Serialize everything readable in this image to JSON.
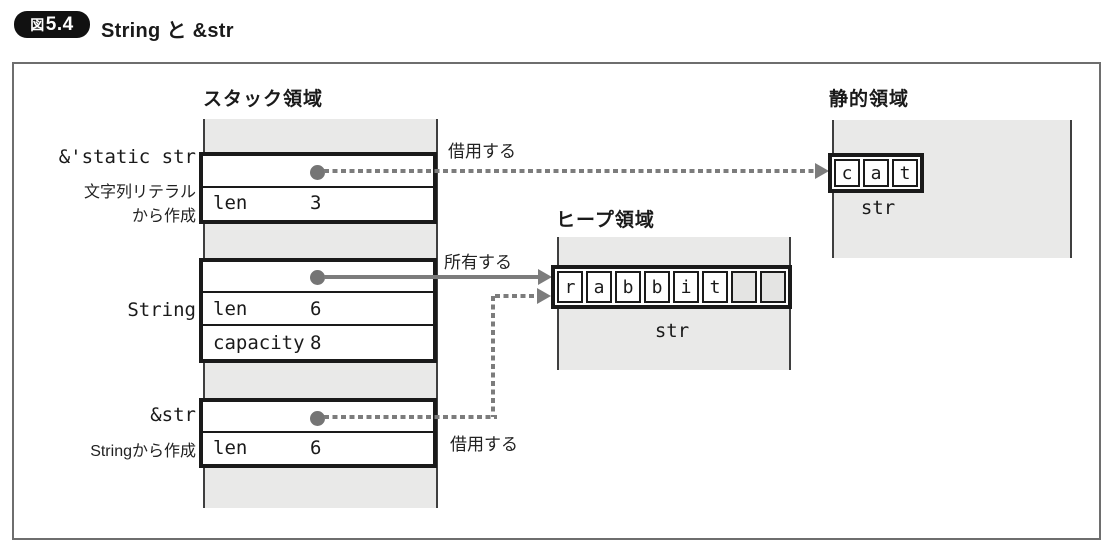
{
  "figure": {
    "badge": {
      "prefix": "図",
      "number": "5.4"
    },
    "title": "String と &str"
  },
  "stack": {
    "header": "スタック領域",
    "boxes": [
      {
        "label": "&'static str",
        "notes": [
          "文字列リテラル",
          "から作成"
        ],
        "fields": [
          {
            "key": "len",
            "value": "3"
          }
        ]
      },
      {
        "label": "String",
        "notes": [],
        "fields": [
          {
            "key": "len",
            "value": "6"
          },
          {
            "key": "capacity",
            "value": "8"
          }
        ]
      },
      {
        "label": "&str",
        "notes": [
          "Stringから作成"
        ],
        "fields": [
          {
            "key": "len",
            "value": "6"
          }
        ]
      }
    ]
  },
  "heap": {
    "header": "ヒープ領域",
    "cells": [
      "r",
      "a",
      "b",
      "b",
      "i",
      "t",
      "",
      ""
    ],
    "label": "str"
  },
  "static_region": {
    "header": "静的領域",
    "cells": [
      "c",
      "a",
      "t"
    ],
    "label": "str"
  },
  "arrows": {
    "borrow_static": {
      "label": "借用する",
      "style": "dotted"
    },
    "own_heap": {
      "label": "所有する",
      "style": "solid"
    },
    "borrow_heap": {
      "label": "借用する",
      "style": "dotted"
    }
  },
  "colors": {
    "region_fill": "#e9e9e8",
    "box_border": "#1a1a1a",
    "arrow_gray": "#7c7c7c",
    "badge_bg": "#111111",
    "empty_cell": "#e4e4e3"
  }
}
